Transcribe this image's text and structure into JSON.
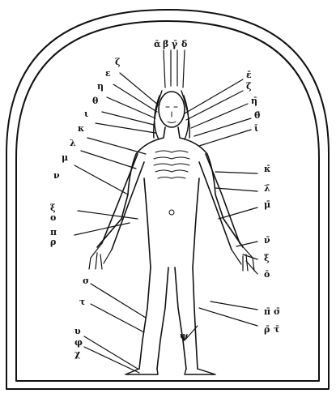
{
  "figure": {
    "title": "",
    "description_visible": false
  },
  "labels": {
    "top": [
      "ᾱ",
      "β̄",
      "γ̄",
      "δ̄"
    ],
    "left": [
      "ζ",
      "ε",
      "η",
      "θ",
      "ι",
      "κ",
      "λ",
      "μ",
      "ν",
      "ξ",
      "ο",
      "π",
      "ρ",
      "σ",
      "τ",
      "υ",
      "φ",
      "χ"
    ],
    "right": [
      "ε̄",
      "ζ̄",
      "η̄",
      "θ̄",
      "ῑ",
      "κ̄",
      "λ̄",
      "μ̄",
      "ν̄",
      "ξ̄",
      "ō",
      "π̄",
      "ρ̄",
      "σ̄",
      "τ̄"
    ],
    "leg": "ψ"
  },
  "colors": {
    "ink": "#111111",
    "paper": "#ffffff"
  }
}
